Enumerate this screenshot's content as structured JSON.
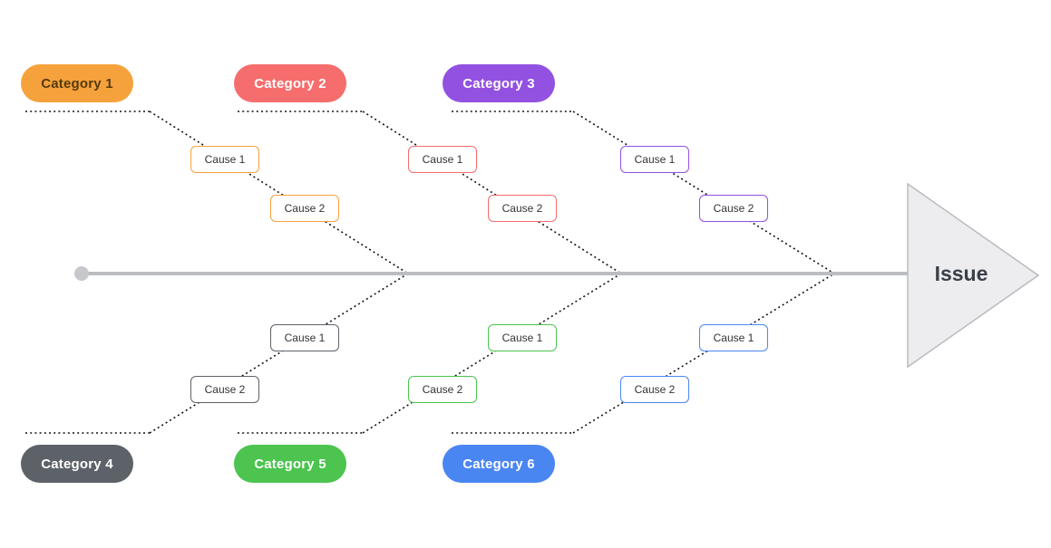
{
  "diagram": {
    "type": "fishbone",
    "issue": {
      "label": "Issue",
      "fill": "#EDEDEF",
      "border_color": "#B9BBBE",
      "text_color": "#3A4049"
    },
    "spine": {
      "color": "#BBBDC0",
      "dot_color": "#C6C8CB"
    },
    "branch_line_color": "#111111",
    "categories": [
      {
        "label": "Category 1",
        "color": "#F6A23C",
        "text_color": "#573A0C",
        "side": "top",
        "causes": [
          {
            "label": "Cause 1"
          },
          {
            "label": "Cause 2"
          }
        ]
      },
      {
        "label": "Category 2",
        "color": "#F66D6D",
        "text_color": "#FFFFFF",
        "side": "top",
        "causes": [
          {
            "label": "Cause 1"
          },
          {
            "label": "Cause 2"
          }
        ]
      },
      {
        "label": "Category 3",
        "color": "#9251E1",
        "text_color": "#FFFFFF",
        "side": "top",
        "causes": [
          {
            "label": "Cause 1"
          },
          {
            "label": "Cause 2"
          }
        ]
      },
      {
        "label": "Category 4",
        "color": "#5D6269",
        "text_color": "#FFFFFF",
        "side": "bottom",
        "causes": [
          {
            "label": "Cause 1"
          },
          {
            "label": "Cause 2"
          }
        ]
      },
      {
        "label": "Category 5",
        "color": "#4CC44F",
        "text_color": "#FFFFFF",
        "side": "bottom",
        "causes": [
          {
            "label": "Cause 1"
          },
          {
            "label": "Cause 2"
          }
        ]
      },
      {
        "label": "Category 6",
        "color": "#4A86F2",
        "text_color": "#FFFFFF",
        "side": "bottom",
        "causes": [
          {
            "label": "Cause 1"
          },
          {
            "label": "Cause 2"
          }
        ]
      }
    ]
  }
}
